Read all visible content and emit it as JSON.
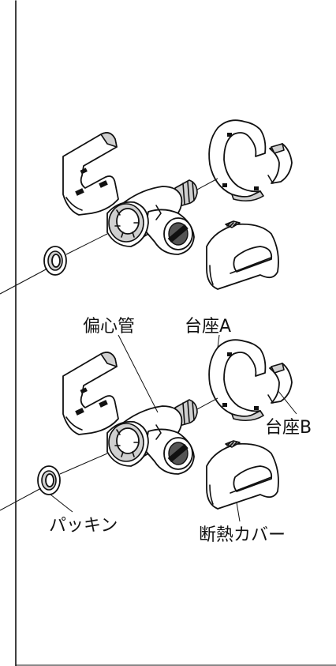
{
  "labels": {
    "eccentric_pipe": "偏心管",
    "base_a": "台座A",
    "base_b": "台座B",
    "packing": "パッキン",
    "insulation_cover": "断熱カバー"
  }
}
